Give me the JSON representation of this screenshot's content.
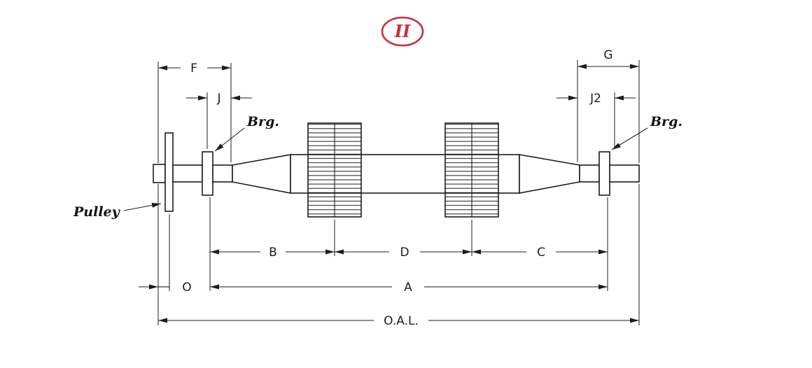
{
  "figure": {
    "badge_label": "II",
    "dimensions": {
      "f": "F",
      "j": "J",
      "g": "G",
      "j2": "J2",
      "b": "B",
      "d": "D",
      "c": "C",
      "o": "O",
      "a": "A",
      "oal": "O.A.L."
    },
    "callouts": {
      "brg_left": "Brg.",
      "brg_right": "Brg.",
      "pulley": "Pulley"
    },
    "colors": {
      "line": "#1c1c1c",
      "badge": "#c8303e"
    }
  }
}
